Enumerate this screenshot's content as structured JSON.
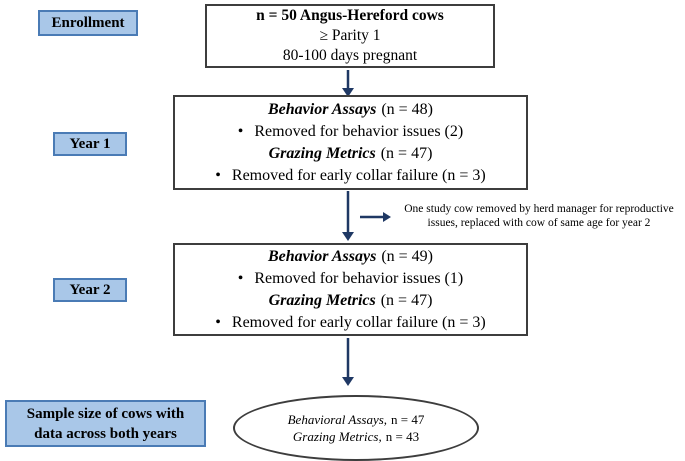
{
  "palette": {
    "label_fill": "#a9c7e8",
    "label_border": "#4a7bb5",
    "arrow_color": "#1f3864",
    "box_border": "#3d3d3d"
  },
  "glyphs": {
    "bullet": "•"
  },
  "enrollment": {
    "label": "Enrollment"
  },
  "top_box": {
    "line1": "n = 50 Angus-Hereford cows",
    "line2": "≥ Parity 1",
    "line3": "80-100 days pregnant"
  },
  "year1": {
    "label": "Year 1",
    "behavior_title": "Behavior Assays",
    "behavior_n": "(n = 48)",
    "behavior_removed": "Removed for behavior issues (2)",
    "grazing_title": "Grazing Metrics",
    "grazing_n": "(n = 47)",
    "grazing_removed": "Removed for early collar failure (n = 3)"
  },
  "annotation": {
    "line1": "One study cow removed by herd manager for reproductive",
    "line2": "issues, replaced with cow of same age for year 2"
  },
  "year2": {
    "label": "Year 2",
    "behavior_title": "Behavior Assays",
    "behavior_n": "(n = 49)",
    "behavior_removed": "Removed for behavior issues (1)",
    "grazing_title": "Grazing Metrics",
    "grazing_n": "(n = 47)",
    "grazing_removed": "Removed for early collar failure (n = 3)"
  },
  "sample_label": {
    "line1": "Sample size of cows with",
    "line2": "data across both years"
  },
  "ellipse": {
    "behavioral_label": "Behavioral Assays,",
    "behavioral_value": "n = 47",
    "grazing_label": "Grazing Metrics,",
    "grazing_value": "n = 43"
  }
}
